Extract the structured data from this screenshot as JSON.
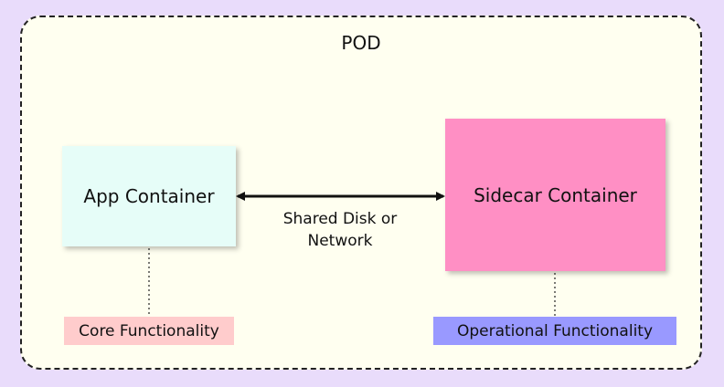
{
  "pod": {
    "title": "POD"
  },
  "app_container": {
    "label": "App Container",
    "color": "#e6fdf8"
  },
  "sidecar_container": {
    "label": "Sidecar Container",
    "color": "#ff8fc4"
  },
  "connection": {
    "line1": "Shared Disk or",
    "line2": "Network"
  },
  "core_label": {
    "text": "Core Functionality",
    "color": "#ffcccc"
  },
  "ops_label": {
    "text": "Operational Functionality",
    "color": "#9999ff"
  }
}
